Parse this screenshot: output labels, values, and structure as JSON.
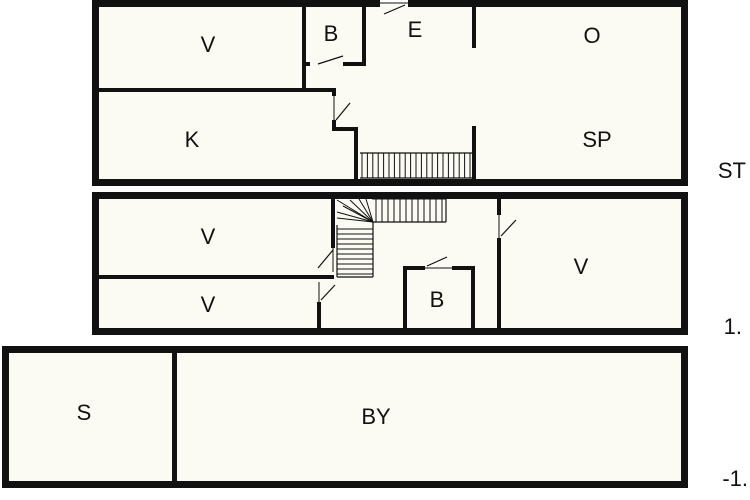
{
  "floors": {
    "ground": {
      "label": "ST",
      "rooms": {
        "v": "V",
        "b": "B",
        "e": "E",
        "o": "O",
        "k": "K",
        "sp": "SP"
      }
    },
    "first": {
      "label": "1.",
      "rooms": {
        "v_top": "V",
        "v_bottom": "V",
        "b": "B",
        "v_right": "V"
      }
    },
    "basement": {
      "label": "-1.",
      "rooms": {
        "s": "S",
        "by": "BY"
      }
    }
  },
  "colors": {
    "wall": "#111111",
    "floor": "#fbfbf4",
    "background": "#ffffff"
  }
}
